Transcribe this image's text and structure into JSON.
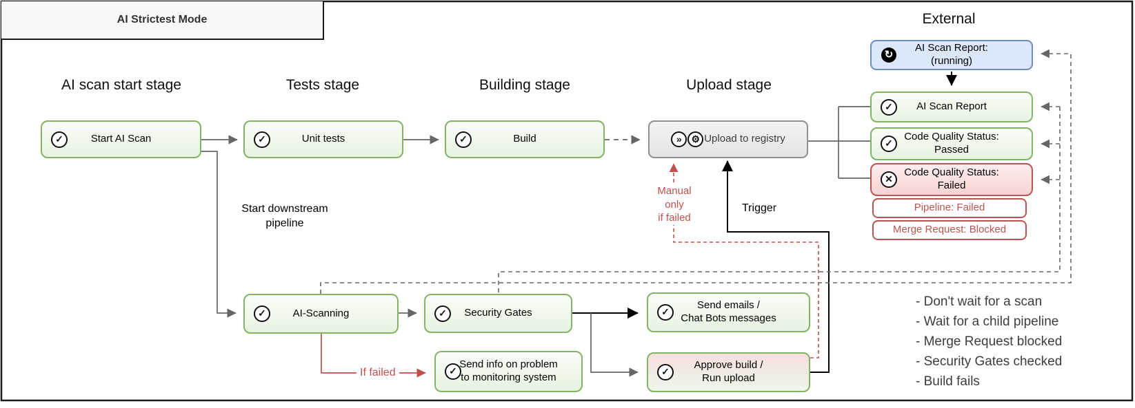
{
  "diagram": {
    "title": "AI Strictest Mode",
    "stages": {
      "scan": {
        "label": "AI scan start stage"
      },
      "tests": {
        "label": "Tests stage"
      },
      "building": {
        "label": "Building stage"
      },
      "upload": {
        "label": "Upload stage"
      },
      "external": {
        "label": "External"
      }
    },
    "nodes": {
      "start_ai_scan": {
        "label": "Start AI Scan",
        "status": "passed"
      },
      "unit_tests": {
        "label": "Unit tests",
        "status": "passed"
      },
      "build": {
        "label": "Build",
        "status": "passed"
      },
      "upload_to_registry": {
        "label": "Upload to registry",
        "status": "manual-skip"
      },
      "ai_scan_report_running": {
        "label": "AI Scan Report:\n(running)",
        "status": "running"
      },
      "ai_scan_report": {
        "label": "AI Scan Report",
        "status": "passed"
      },
      "code_quality_passed": {
        "label": "Code Quality Status:\nPassed",
        "status": "passed"
      },
      "code_quality_failed": {
        "label": "Code Quality Status:\nFailed",
        "status": "failed"
      },
      "pipeline_failed": {
        "label": "Pipeline: Failed"
      },
      "merge_request_blocked": {
        "label": "Merge Request: Blocked"
      },
      "ai_scanning": {
        "label": "AI-Scanning",
        "status": "passed"
      },
      "security_gates": {
        "label": "Security Gates",
        "status": "passed"
      },
      "send_emails": {
        "label": "Send emails /\nChat Bots messages",
        "status": "passed"
      },
      "send_info": {
        "label": "Send info on problem\nto monitoring system",
        "status": "passed"
      },
      "approve_build": {
        "label": "Approve build /\nRun upload",
        "status": "passed"
      }
    },
    "edge_labels": {
      "downstream": "Start downstream\npipeline",
      "trigger": "Trigger",
      "manual": "Manual\nonly\nif failed",
      "if_failed": "If failed"
    },
    "notes": {
      "lines": "- Don't wait for a scan\n- Wait for a child pipeline\n- Merge Request blocked\n- Security Gates checked\n- Build fails"
    },
    "icons": {
      "check": "✓",
      "fail": "✕",
      "skip": "»",
      "gear": "⚙",
      "running": "↻"
    },
    "colors": {
      "green_border": "#82b366",
      "red": "#b85450",
      "blue_border": "#6c8ebf",
      "line_gray": "#666666",
      "line_red": "#c0504d",
      "line_black": "#000000"
    }
  }
}
